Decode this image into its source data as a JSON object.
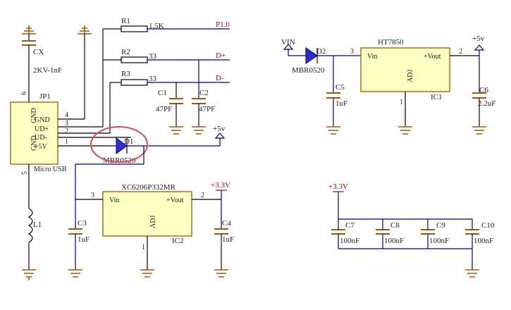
{
  "components": {
    "cx": {
      "ref": "CX",
      "value": "2KV-1nF"
    },
    "jp1": {
      "ref": "JP1",
      "type": "Micro USB",
      "pins": {
        "gnd": "GND",
        "ud_plus": "UD+",
        "ud_minus": "UD-",
        "p5v": "+5V",
        "gnd_left1": "GND",
        "gnd_left2": "GND"
      },
      "pin_numbers": {
        "p1": "1",
        "p2": "2",
        "p3": "3",
        "p4": "4",
        "p5": "5",
        "p6": "6"
      }
    },
    "r1": {
      "ref": "R1",
      "value": "1.5K"
    },
    "r2": {
      "ref": "R2",
      "value": "33"
    },
    "r3": {
      "ref": "R3",
      "value": "33"
    },
    "c1": {
      "ref": "C1",
      "value": "47PF"
    },
    "c2": {
      "ref": "C2",
      "value": "47PF"
    },
    "d1": {
      "ref": "D1",
      "part": "MBR0520"
    },
    "d2": {
      "ref": "D2",
      "part": "MBR0520"
    },
    "l1": {
      "ref": "L1"
    },
    "ic2": {
      "ref": "IC2",
      "part": "XC6206P332MR",
      "vin": "Vin",
      "vout": "+Vout",
      "adj": "ADJ",
      "pin_in": "3",
      "pin_out": "2",
      "pin_gnd": "1"
    },
    "ic1": {
      "ref": "IC1",
      "part": "HT7850",
      "vin": "Vin",
      "vout": "+Vout",
      "adj": "ADJ",
      "pin_in": "3",
      "pin_out": "2",
      "pin_gnd": "1"
    },
    "c3": {
      "ref": "C3",
      "value": "1uF"
    },
    "c4": {
      "ref": "C4",
      "value": "1uF"
    },
    "c5": {
      "ref": "C5",
      "value": "1uF"
    },
    "c6": {
      "ref": "C6",
      "value": "2.2uF"
    },
    "c7": {
      "ref": "C7",
      "value": "100nF"
    },
    "c8": {
      "ref": "C8",
      "value": "100nF"
    },
    "c9": {
      "ref": "C9",
      "value": "100nF"
    },
    "c10": {
      "ref": "C10",
      "value": "100nF"
    }
  },
  "nets": {
    "p10": "P1.0",
    "dplus": "D+",
    "dminus": "D-",
    "p5v_a": "+5v",
    "p5v_b": "+5v",
    "p33_a": "+3.3V",
    "p33_b": "+3.3V",
    "vin": "VIN"
  },
  "colors": {
    "wire": "#000080",
    "net_label": "#b3001b",
    "component_body": "#ffffc2",
    "component_outline": "#a35a00",
    "diode_fill": "#2d2dd8",
    "highlight_circle": "#e64b4b"
  }
}
